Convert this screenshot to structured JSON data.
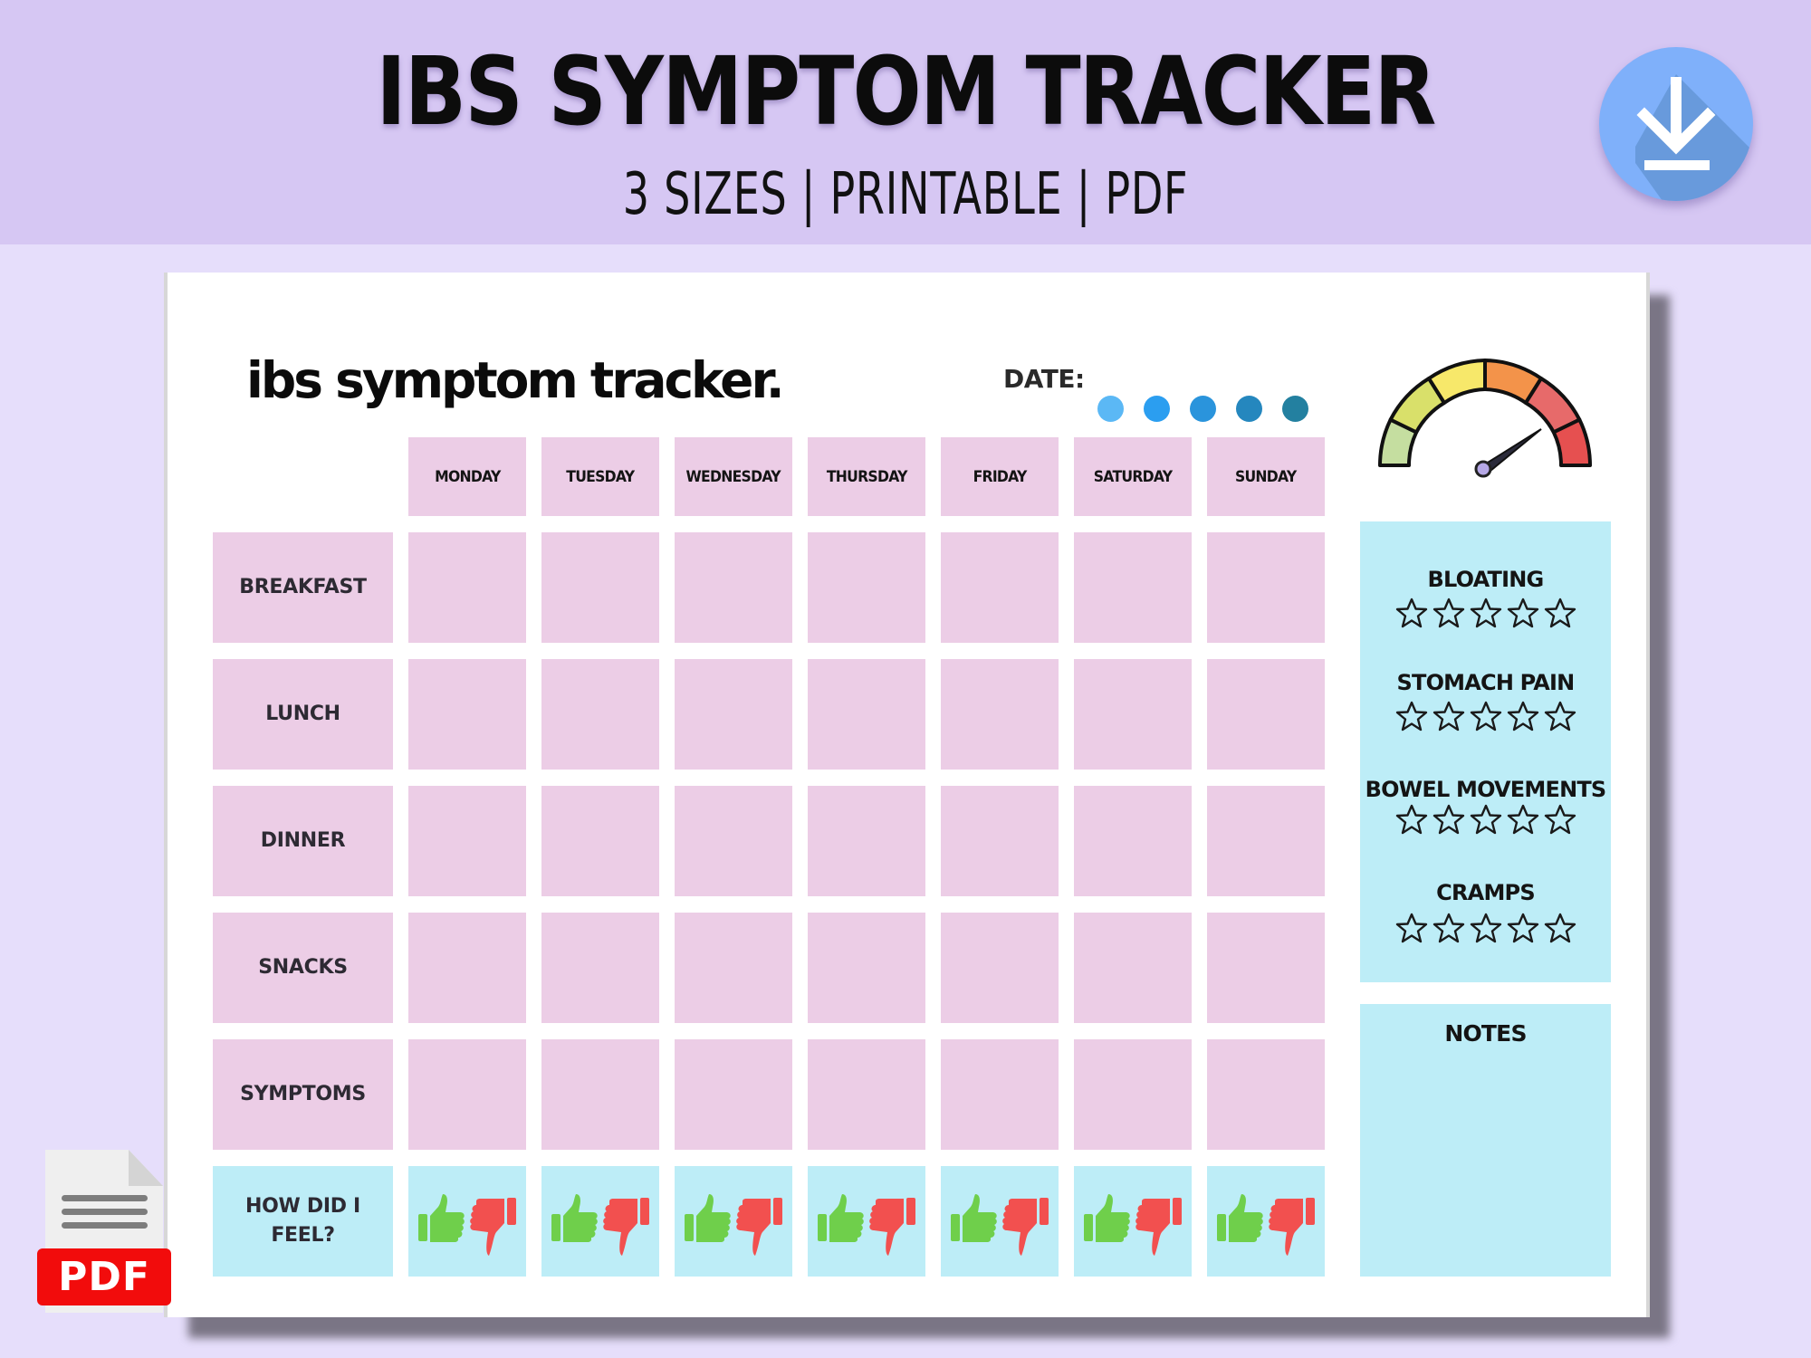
{
  "banner": {
    "title": "IBS SYMPTOM TRACKER",
    "subtitle": "3 SIZES | PRINTABLE | PDF",
    "download_icon": "download-arrow-icon",
    "colors": {
      "banner_bg": "#d6c7f3",
      "page_bg": "#e6defb",
      "download_button": "#7fb0fa"
    }
  },
  "sheet": {
    "title": "ibs symptom tracker.",
    "date_label": "DATE:",
    "date_dots": [
      "#5bb8f5",
      "#2b9ef0",
      "#2a94dc",
      "#2587be",
      "#2380a0"
    ],
    "gauge": {
      "icon": "speedometer-gauge-icon",
      "segments": [
        "#c5dea0",
        "#d9e06a",
        "#f7e86a",
        "#f3934a",
        "#e76a6a",
        "#e65050"
      ]
    },
    "days": [
      "MONDAY",
      "TUESDAY",
      "WEDNESDAY",
      "THURSDAY",
      "FRIDAY",
      "SATURDAY",
      "SUNDAY"
    ],
    "rows": [
      {
        "label": "BREAKFAST",
        "cells": [
          "",
          "",
          "",
          "",
          "",
          "",
          ""
        ]
      },
      {
        "label": "LUNCH",
        "cells": [
          "",
          "",
          "",
          "",
          "",
          "",
          ""
        ]
      },
      {
        "label": "DINNER",
        "cells": [
          "",
          "",
          "",
          "",
          "",
          "",
          ""
        ]
      },
      {
        "label": "SNACKS",
        "cells": [
          "",
          "",
          "",
          "",
          "",
          "",
          ""
        ]
      },
      {
        "label": "SYMPTOMS",
        "cells": [
          "",
          "",
          "",
          "",
          "",
          "",
          ""
        ]
      }
    ],
    "feel_row": {
      "label_line1": "HOW DID I",
      "label_line2": "FEEL?",
      "icons": [
        "thumbs-up-icon",
        "thumbs-down-icon"
      ],
      "colors": {
        "thumbs_up": "#6fcf4b",
        "thumbs_down": "#f2504f"
      }
    },
    "symptoms": [
      {
        "name": "BLOATING",
        "stars": 5,
        "rating": 0
      },
      {
        "name": "STOMACH PAIN",
        "stars": 5,
        "rating": 0
      },
      {
        "name": "BOWEL MOVEMENTS",
        "stars": 5,
        "rating": 0
      },
      {
        "name": "CRAMPS",
        "stars": 5,
        "rating": 0
      }
    ],
    "notes_label": "NOTES",
    "notes_value": "",
    "colors": {
      "pink_cell": "#eccde6",
      "blue_cell": "#bdedf7",
      "paper": "#ffffff"
    }
  },
  "pdf_badge": {
    "label": "PDF",
    "color": "#f20c0c",
    "icon": "pdf-file-icon"
  }
}
